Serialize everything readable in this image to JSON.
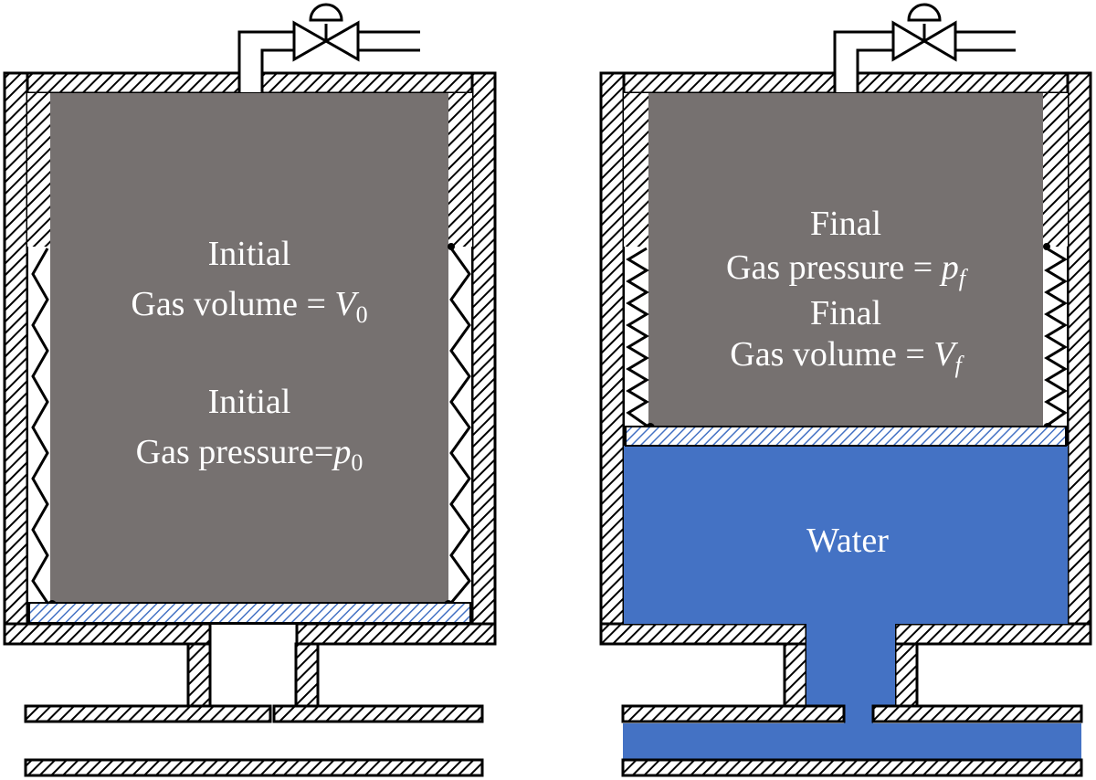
{
  "colors": {
    "gas": "#767170",
    "water": "#4472c4",
    "wall_hatch": "#000000",
    "membrane_hatch": "#4472c4",
    "text": "#ffffff"
  },
  "left_tank": {
    "state_word_1": "Initial",
    "volume_text": "Gas volume = ",
    "volume_symbol": "V",
    "volume_sub": "0",
    "state_word_2": "Initial",
    "pressure_text": "Gas pressure=",
    "pressure_symbol": "p",
    "pressure_sub": "0"
  },
  "right_tank": {
    "state_word_1": "Final",
    "pressure_text": "Gas pressure = ",
    "pressure_symbol": "p",
    "pressure_sub": "f",
    "state_word_2": "Final",
    "volume_text": "Gas volume = ",
    "volume_symbol": "V",
    "volume_sub": "f",
    "water_label": "Water"
  },
  "icons": {
    "valve": "valve-icon",
    "spring": "spring-icon"
  }
}
